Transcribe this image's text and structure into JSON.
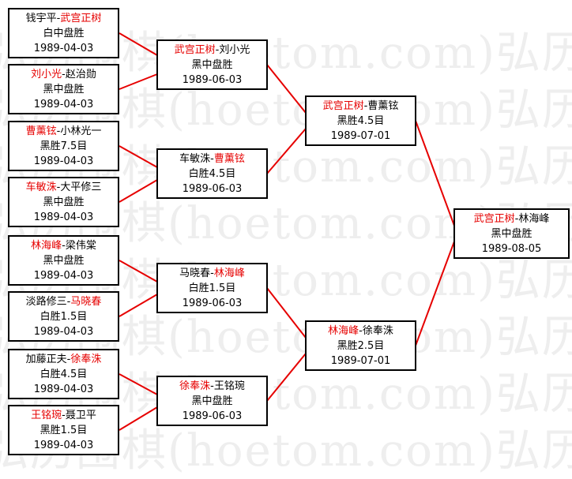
{
  "watermark": "弘历围棋(hoetom.com)弘历围棋(hoetom.com)弘历",
  "colors": {
    "winner": "#e60000",
    "connector": "#e60000",
    "text": "#000000",
    "border": "#000000"
  },
  "matches": [
    {
      "id": "r1-1",
      "p1": "钱宇平",
      "p2": "武宫正树",
      "winner": 2,
      "result": "白中盘胜",
      "date": "1989-04-03"
    },
    {
      "id": "r1-2",
      "p1": "刘小光",
      "p2": "赵治勋",
      "winner": 1,
      "result": "黑中盘胜",
      "date": "1989-04-03"
    },
    {
      "id": "r1-3",
      "p1": "曹薰铉",
      "p2": "小林光一",
      "winner": 1,
      "result": "黑胜7.5目",
      "date": "1989-04-03"
    },
    {
      "id": "r1-4",
      "p1": "车敏洙",
      "p2": "大平修三",
      "winner": 1,
      "result": "黑中盘胜",
      "date": "1989-04-03"
    },
    {
      "id": "r1-5",
      "p1": "林海峰",
      "p2": "梁伟棠",
      "winner": 1,
      "result": "黑中盘胜",
      "date": "1989-04-03"
    },
    {
      "id": "r1-6",
      "p1": "淡路修三",
      "p2": "马晓春",
      "winner": 2,
      "result": "白胜1.5目",
      "date": "1989-04-03"
    },
    {
      "id": "r1-7",
      "p1": "加藤正夫",
      "p2": "徐奉洙",
      "winner": 2,
      "result": "白胜4.5目",
      "date": "1989-04-03"
    },
    {
      "id": "r1-8",
      "p1": "王铭琬",
      "p2": "聂卫平",
      "winner": 1,
      "result": "黑胜1.5目",
      "date": "1989-04-03"
    },
    {
      "id": "qf-1",
      "p1": "武宫正树",
      "p2": "刘小光",
      "winner": 1,
      "result": "黑中盘胜",
      "date": "1989-06-03"
    },
    {
      "id": "qf-2",
      "p1": "车敏洙",
      "p2": "曹薰铉",
      "winner": 2,
      "result": "白胜4.5目",
      "date": "1989-06-03"
    },
    {
      "id": "qf-3",
      "p1": "马晓春",
      "p2": "林海峰",
      "winner": 2,
      "result": "白胜1.5目",
      "date": "1989-06-03"
    },
    {
      "id": "qf-4",
      "p1": "徐奉洙",
      "p2": "王铭琬",
      "winner": 1,
      "result": "黑中盘胜",
      "date": "1989-06-03"
    },
    {
      "id": "sf-1",
      "p1": "武宫正树",
      "p2": "曹薰铉",
      "winner": 1,
      "result": "黑胜4.5目",
      "date": "1989-07-01"
    },
    {
      "id": "sf-2",
      "p1": "林海峰",
      "p2": "徐奉洙",
      "winner": 1,
      "result": "黑胜2.5目",
      "date": "1989-07-01"
    },
    {
      "id": "final",
      "p1": "武宫正树",
      "p2": "林海峰",
      "winner": 1,
      "result": "黑中盘胜",
      "date": "1989-08-05"
    }
  ]
}
